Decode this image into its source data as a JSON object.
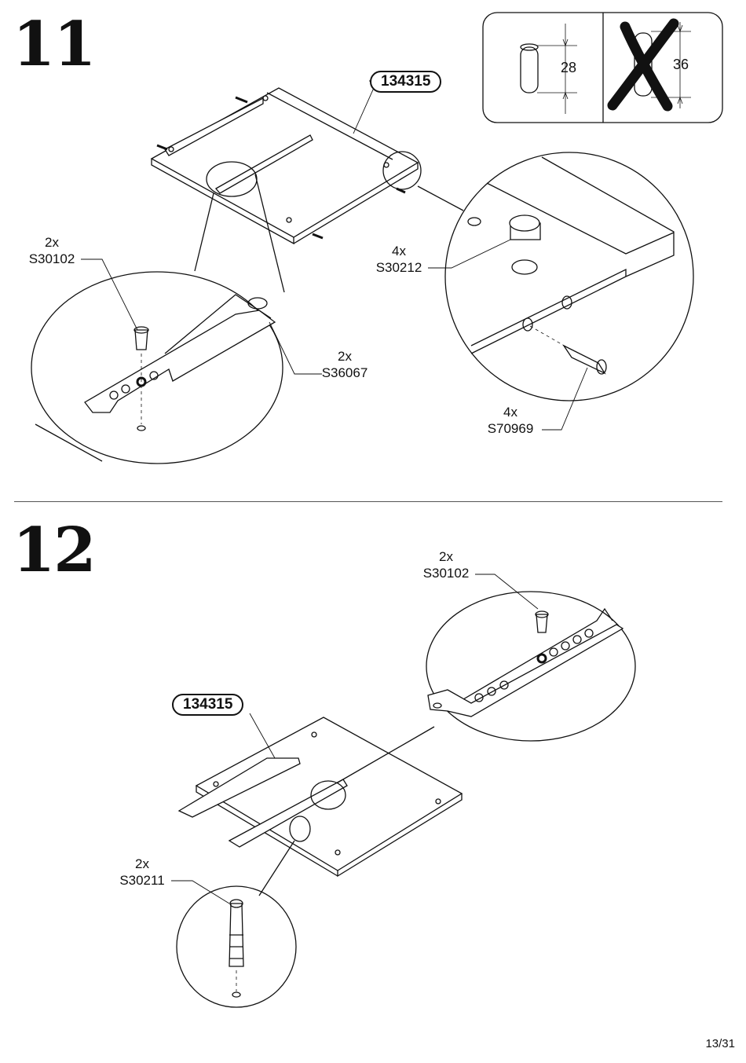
{
  "steps": [
    {
      "number": "11",
      "part_tag": "134315",
      "dowel_check": {
        "correct_length": "28",
        "wrong_length": "36"
      },
      "callouts": [
        {
          "qty": "2x",
          "code": "S30102"
        },
        {
          "qty": "2x",
          "code": "S36067"
        },
        {
          "qty": "4x",
          "code": "S30212"
        },
        {
          "qty": "4x",
          "code": "S70969"
        }
      ]
    },
    {
      "number": "12",
      "part_tag": "134315",
      "callouts": [
        {
          "qty": "2x",
          "code": "S30102"
        },
        {
          "qty": "2x",
          "code": "S30211"
        }
      ]
    }
  ],
  "page": {
    "number": "13/31"
  }
}
